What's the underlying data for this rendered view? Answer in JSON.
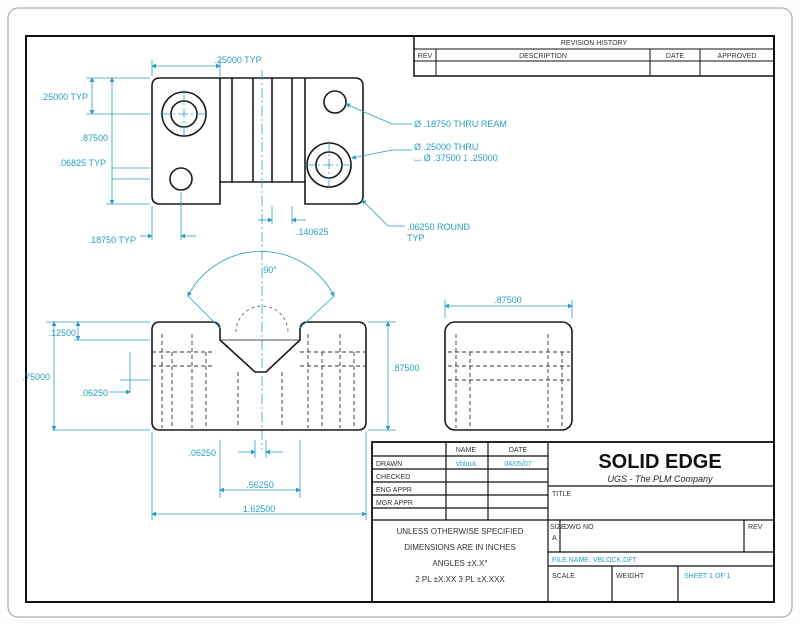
{
  "revision_history": {
    "title": "REVISION HISTORY",
    "columns": [
      "REV",
      "DESCRIPTION",
      "DATE",
      "APPROVED"
    ]
  },
  "dimensions": {
    "top_width": ".25000 TYP",
    "left_typ": ".25000 TYP",
    "height_top": ".87500",
    "hole_off": ".06825 TYP",
    "bottom_typ": ".18750 TYP",
    "center_gap": ".140625",
    "angle": "90°",
    "front_top": ".12500",
    "front_height": ".75000",
    "front_depth": ".06250",
    "front_right": ".87500",
    "v_bottom": ".06250",
    "v_width": ".56250",
    "overall_width": "1.62500",
    "side_width": ".87500"
  },
  "callouts": {
    "ream": "Ø .18750 THRU REAM",
    "thru_line1": "Ø .25000 THRU",
    "thru_line2": "⌴ Ø .37500 ↧ .25000",
    "round_line1": ".06250 ROUND",
    "round_line2": "TYP"
  },
  "title_block": {
    "company": "SOLID EDGE",
    "tagline": "UGS - The PLM Company",
    "name_col": "NAME",
    "date_col": "DATE",
    "rows": [
      "DRAWN",
      "CHECKED",
      "ENG APPR",
      "MGR APPR"
    ],
    "drawn_name": "Vblock",
    "drawn_date": "04/05/07",
    "title_label": "TITLE",
    "notes": [
      "UNLESS OTHERWISE SPECIFIED",
      "DIMENSIONS ARE IN INCHES",
      "ANGLES ±X.X°",
      "2 PL ±X.XX  3 PL ±X.XXX"
    ],
    "size_label": "SIZE",
    "size_value": "A",
    "dwg_label": "DWG NO",
    "rev_label": "REV",
    "file_label": "FILE NAME: VBLOCK.DFT",
    "scale_label": "SCALE",
    "weight_label": "WEIGHT",
    "sheet_label": "SHEET 1 OF 1"
  },
  "colors": {
    "line": "#1a1a1a",
    "dimension": "#2a9fc0",
    "hidden": "#333333"
  }
}
